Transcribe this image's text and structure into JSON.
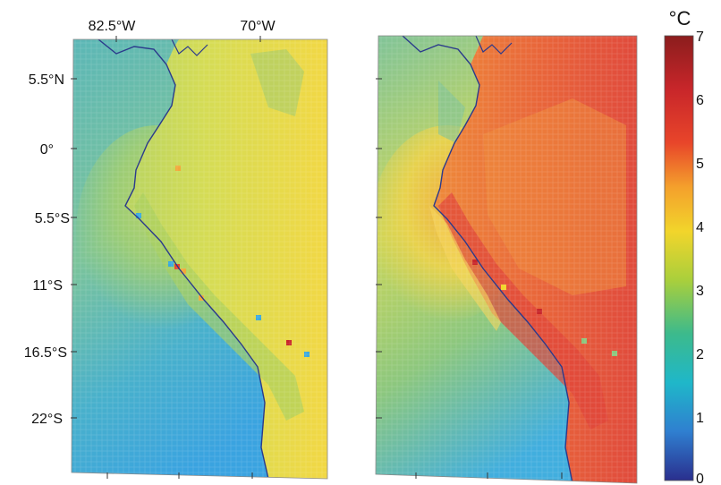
{
  "colorbar": {
    "unit": "°C",
    "ticks": [
      "0",
      "1",
      "2",
      "3",
      "4",
      "5",
      "6",
      "7"
    ],
    "colors": [
      "#2a2f8e",
      "#2f7fd0",
      "#1fb7c9",
      "#3cba8c",
      "#a9cf3c",
      "#f2d52b",
      "#f4a02c",
      "#e8452a",
      "#c8262a",
      "#8b1d1d"
    ]
  },
  "axes": {
    "lon_labels": [
      "82.5°W",
      "70°W"
    ],
    "lat_labels": [
      "5.5°N",
      "0°",
      "5.5°S",
      "11°S",
      "16.5°S",
      "22°S"
    ]
  },
  "maps": [
    {
      "name": "left-map",
      "colors": {
        "ocean_west": "#58b7c6",
        "ocean_south": "#3aa9df",
        "ocean_mid": "#9cca72",
        "coastal_band": "#b5d45a",
        "land": "#d8dd54",
        "land_east": "#f0d845"
      }
    },
    {
      "name": "right-map",
      "colors": {
        "ocean_west": "#7cc59a",
        "ocean_south": "#3aa9df",
        "ocean_mid": "#e9d54b",
        "coastal_band": "#f2a83a",
        "land": "#ef7a3a",
        "land_east": "#e0453c"
      }
    }
  ],
  "coastline_color": "#2b3a8c"
}
